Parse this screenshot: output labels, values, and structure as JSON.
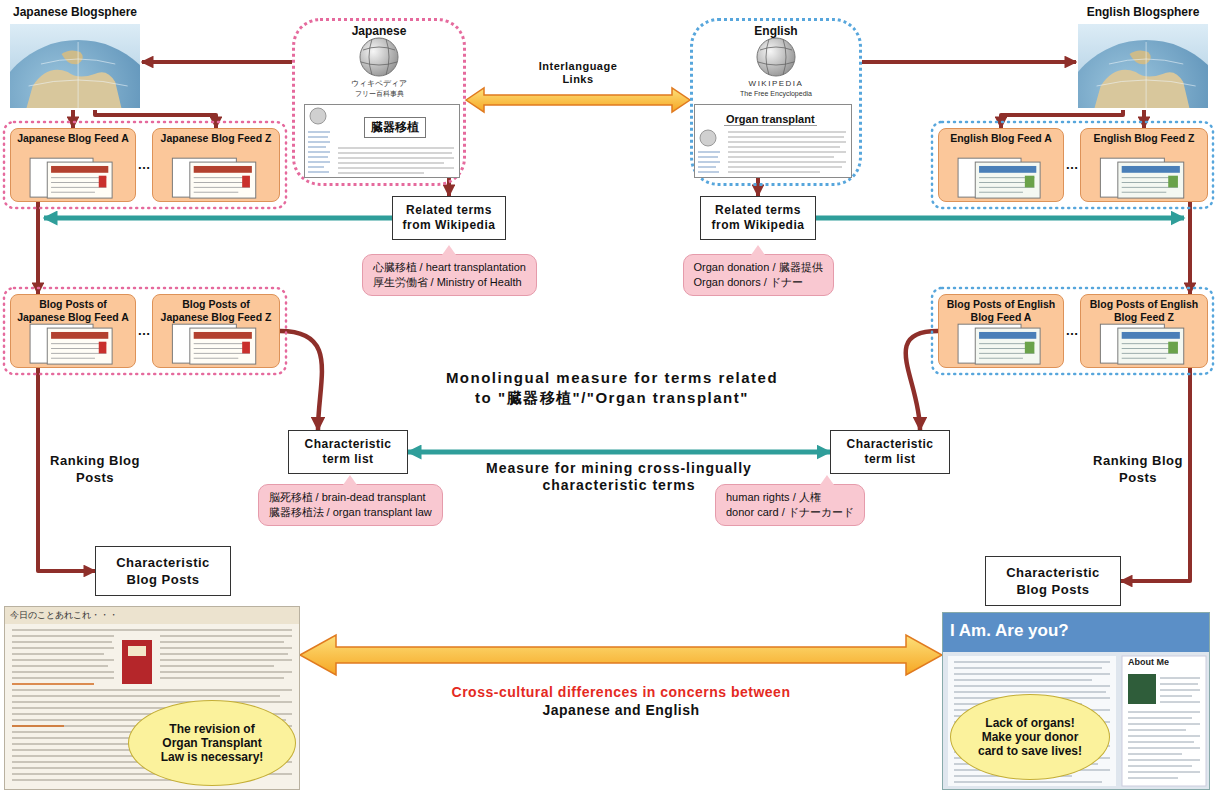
{
  "diagram": {
    "nodes": [
      {
        "text": [
          "Japanese Blogsphere"
        ]
      },
      {
        "text": [
          "Japanese"
        ]
      },
      {
        "text": [
          "臓器移植"
        ],
        "in": 1
      },
      {
        "text": [
          "English"
        ]
      },
      {
        "text": [
          "Organ transplant"
        ],
        "in": 3
      },
      {
        "text": [
          "English Blogsphere"
        ]
      },
      {
        "text": [
          "Japanese Blog Feed A"
        ]
      },
      {
        "text": [
          "Japanese Blog Feed Z"
        ]
      },
      {
        "text": [
          "Related terms from Wikipedia"
        ]
      },
      {
        "text": [
          "Related terms from Wikipedia"
        ]
      },
      {
        "text": [
          "English Blog Feed A"
        ]
      },
      {
        "text": [
          "English Blog Feed Z"
        ]
      },
      {
        "text": [
          "心臓移植 / heart transplantation",
          "厚生労働省 / Ministry of Health"
        ]
      },
      {
        "text": [
          "Organ donation / 臓器提供",
          "Organ donors / ドナー"
        ]
      },
      {
        "text": [
          "Blog Posts of Japanese Blog Feed A"
        ]
      },
      {
        "text": [
          "Blog Posts of Japanese Blog Feed Z"
        ]
      },
      {
        "text": [
          "Blog Posts of English Blog Feed A"
        ]
      },
      {
        "text": [
          "Blog Posts of English Blog Feed Z"
        ]
      },
      {
        "text": [
          "Characteristic term list"
        ]
      },
      {
        "text": [
          "Characteristic term list"
        ]
      },
      {
        "text": [
          "脳死移植 / brain-dead transplant",
          "臓器移植法 / organ transplant law"
        ]
      },
      {
        "text": [
          "human rights / 人権",
          "donor card / ドナーカード"
        ]
      },
      {
        "text": [
          "Characteristic Blog Posts"
        ]
      },
      {
        "text": [
          "Characteristic Blog Posts"
        ]
      },
      {
        "text": [
          "今日のことあれこれ・・・"
        ]
      },
      {
        "text": [
          "The revision of Organ Transplant Law is necessary!"
        ],
        "in": 24
      },
      {
        "text": [
          "I Am. Are you?",
          "About Me"
        ]
      },
      {
        "text": [
          "Lack of organs! Make your donor card to save lives!"
        ],
        "in": 26
      }
    ],
    "edges": [
      {
        "from": 1,
        "to": 0,
        "arrow": "to"
      },
      {
        "from": 3,
        "to": 5,
        "arrow": "to"
      },
      {
        "from": 1,
        "to": 3,
        "label": "Interlanguage Links",
        "arrow": "both"
      },
      {
        "from": 0,
        "to": 6,
        "arrow": "to"
      },
      {
        "from": 0,
        "to": 7,
        "arrow": "to"
      },
      {
        "from": 5,
        "to": 10,
        "arrow": "to"
      },
      {
        "from": 5,
        "to": 11,
        "arrow": "to"
      },
      {
        "from": 2,
        "to": 8,
        "arrow": "to"
      },
      {
        "from": 4,
        "to": 9,
        "arrow": "to"
      },
      {
        "from": 6,
        "to": 14,
        "arrow": "to"
      },
      {
        "from": 11,
        "to": 17,
        "arrow": "to"
      },
      {
        "from": 14,
        "to": 22,
        "arrow": "to"
      },
      {
        "from": 15,
        "to": 18,
        "arrow": "to"
      },
      {
        "from": 16,
        "to": 19,
        "arrow": "to"
      },
      {
        "from": 17,
        "to": 23,
        "arrow": "to"
      },
      {
        "from": 18,
        "to": 19,
        "label": "Measure for mining cross-lingually characteristic terms",
        "arrow": "both"
      },
      {
        "from": 24,
        "to": 26,
        "label": "Cross-cultural differences in concerns between Japanese and English",
        "arrow": "both"
      }
    ],
    "labels": [
      "ウィキペディア",
      "フリー百科事典",
      "WIKIPEDIA",
      "The Free Encyclopedia",
      "…",
      "…",
      "…",
      "…",
      "Monolingual measure for terms related to \"臓器移植\"/\"Organ transplant\"",
      "Ranking Blog Posts",
      "Ranking Blog Posts"
    ]
  }
}
